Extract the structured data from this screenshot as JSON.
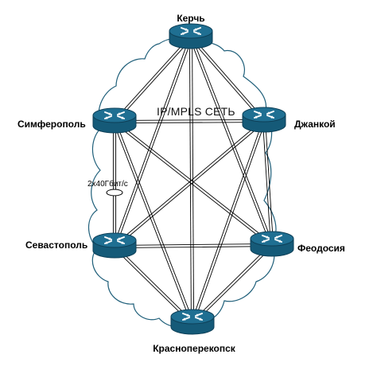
{
  "network": {
    "title": "IP/MPLS СЕТЬ",
    "bandwidth_label": "2x40Гбит/с",
    "colors": {
      "router_top": "#1f6f92",
      "router_side": "#155a78",
      "router_edge": "#0d3f57",
      "link": "#000000",
      "cloud": "#1f5f7a"
    },
    "nodes": [
      {
        "id": "kerch",
        "label": "Керчь",
        "icon": "router-icon"
      },
      {
        "id": "dzhankoy",
        "label": "Джанкой",
        "icon": "router-icon"
      },
      {
        "id": "feodosia",
        "label": "Феодосия",
        "icon": "router-icon"
      },
      {
        "id": "krasnoperekopsk",
        "label": "Красноперекопск",
        "icon": "router-icon"
      },
      {
        "id": "sevastopol",
        "label": "Севастополь",
        "icon": "router-icon"
      },
      {
        "id": "simferopol",
        "label": "Симферополь",
        "icon": "router-icon"
      }
    ]
  }
}
